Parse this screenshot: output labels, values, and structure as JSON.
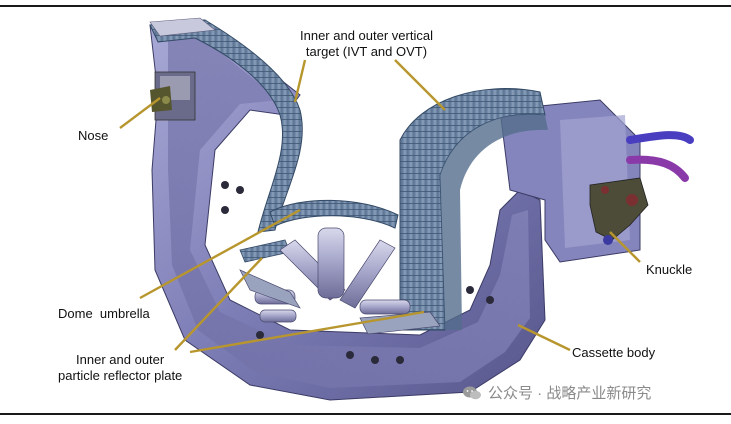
{
  "labels": {
    "ivt_line1": "Inner and outer vertical",
    "ivt_line2": "target (IVT and OVT)",
    "nose": "Nose",
    "dome": "Dome  umbrella",
    "prp_line1": "Inner and outer",
    "prp_line2": "particle reflector plate",
    "knuckle": "Knuckle",
    "cassette": "Cassette body"
  },
  "watermark": {
    "icon": "wechat-icon",
    "text": "公众号 · 战略产业新研究"
  },
  "colors": {
    "leader_line": "#b8962e",
    "cassette_body": "#7f7fb8",
    "target_tiles": "#6f86a4",
    "frame": "#1a1a1a"
  }
}
